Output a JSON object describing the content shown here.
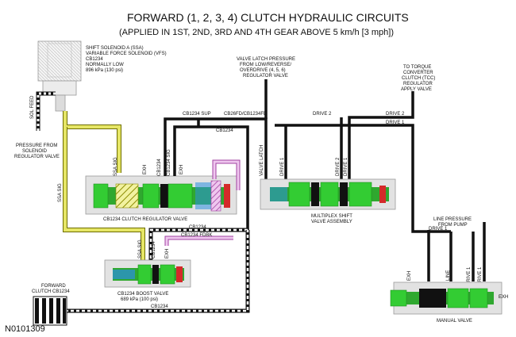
{
  "title": {
    "line1": "FORWARD (1, 2, 3, 4) CLUTCH HYDRAULIC CIRCUITS",
    "line2": "(APPLIED IN 1ST, 2ND, 3RD AND 4TH GEAR ABOVE 5 km/h [3 mph])"
  },
  "solenoid": {
    "name": "SHIFT SOLENOID A (SSA)",
    "type": "VARIABLE FORCE SOLENOID (VFS)",
    "circuit": "CB1234",
    "state": "NORMALLY LOW",
    "pressure": "896 kPa (130 psi)"
  },
  "labels": {
    "sol_feed": "SOL FEED",
    "pressure_from_1": "PRESSURE FROM",
    "pressure_from_2": "SOLENOID",
    "pressure_from_3": "REGULATOR VALVE",
    "ssa_sig": "SSA SIG",
    "ssa_sig_b": "SSA SIG",
    "ssa_sig_c": "SSA SIG",
    "exh": "EXH",
    "exh_b": "EXH",
    "exh_c": "EXH",
    "exh_d": "EXH",
    "exh_e": "EXH",
    "cb1234": "CB1234",
    "cb1234_b": "CB1234",
    "cb1234_c": "CB1234",
    "cb1234_d": "CB1234",
    "cb1234_e": "CB1234",
    "cb1234_sig": "CB1234 SIG",
    "cb1234_sup": "CB1234 SUP",
    "cb26fd": "CB26FD/CB1234FD",
    "cb1234_fdbk": "CB1234 FDBK",
    "clutch_reg_valve": "CB1234 CLUTCH REGULATOR VALVE",
    "boost_valve": "CB1234 BOOST VALVE",
    "boost_pressure": "689 kPa (100 psi)",
    "valve_latch_1": "VALVE LATCH PRESSURE",
    "valve_latch_2": "FROM LOW/REVERSE/",
    "valve_latch_3": "OVERDRIVE (4, 5, 6)",
    "valve_latch_4": "REGULATOR VALVE",
    "valve_latch_vert": "VALVE LATCH",
    "tcc_1": "TO TORQUE",
    "tcc_2": "CONVERTER",
    "tcc_3": "CLUTCH (TCC)",
    "tcc_4": "REGULATOR",
    "tcc_5": "APPLY VALVE",
    "drive_1": "DRIVE 1",
    "drive_1b": "DRIVE 1",
    "drive_1c": "DRIVE 1",
    "drive_1d": "DRIVE 1",
    "drive_1e": "DRIVE 1",
    "drive_1f": "DRIVE 1",
    "drive_2": "DRIVE 2",
    "drive_2b": "DRIVE 2",
    "drive_2c": "DRIVE 2",
    "multiplex_1": "MULTIPLEX SHIFT",
    "multiplex_2": "VALVE ASSEMBLY",
    "line_pressure_1": "LINE PRESSURE",
    "line_pressure_2": "FROM PUMP",
    "line": "LINE",
    "manual_valve": "MANUAL VALVE",
    "forward_1": "FORWARD",
    "forward_2": "CLUTCH CB1234"
  },
  "figure_id": "N0101309",
  "colors": {
    "valve_green": "#33cc33",
    "valve_dark_green": "#1f8f1f",
    "ssa_yellow": "#c8c800",
    "feedback_purple": "#b04fb0",
    "exhaust_blue": "#2b8fe0",
    "line_black": "#111111",
    "housing_gray": "#d9d9d9"
  }
}
